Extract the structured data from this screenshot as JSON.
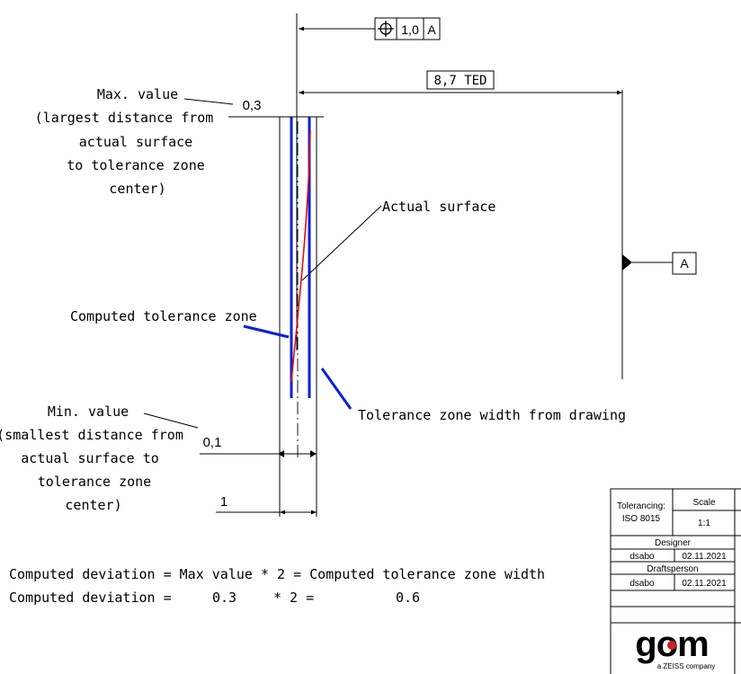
{
  "fcf": {
    "symbol": "⊕",
    "tolerance": "1,0",
    "datum": "A"
  },
  "ted_label": "8,7 TED",
  "datum_label": "A",
  "max": {
    "title": "Max. value",
    "lines": [
      "(largest distance from",
      "actual surface",
      "to tolerance zone",
      "center)"
    ],
    "value": "0,3"
  },
  "min": {
    "title": "Min. value",
    "lines": [
      "(smallest distance from",
      "actual surface to",
      "tolerance zone",
      "center)"
    ],
    "value": "0,1"
  },
  "labels": {
    "actual_surface": "Actual surface",
    "computed_zone": "Computed tolerance zone",
    "drawing_zone": "Tolerance zone width from drawing",
    "width_value": "1"
  },
  "formula": {
    "line1": "Computed deviation = Max value * 2 = Computed tolerance zone width",
    "line2_prefix": "Computed deviation =",
    "line2_max": "0.3",
    "line2_mult": "* 2 =",
    "line2_result": "0.6"
  },
  "title_block": {
    "tolerancing_label": "Tolerancing:",
    "tolerancing_value": "ISO 8015",
    "scale_label": "Scale",
    "scale_value": "1:1",
    "designer_label": "Designer",
    "designer_name": "dsabo",
    "designer_date": "02.11.2021",
    "draftsperson_label": "Draftsperson",
    "draftsperson_name": "dsabo",
    "draftsperson_date": "02.11.2021",
    "logo_text": "gom",
    "logo_sub": "a ZEISS company"
  },
  "colors": {
    "zone_blue": "#0a1fdc",
    "surface_red": "#e01010",
    "line": "#000000"
  }
}
